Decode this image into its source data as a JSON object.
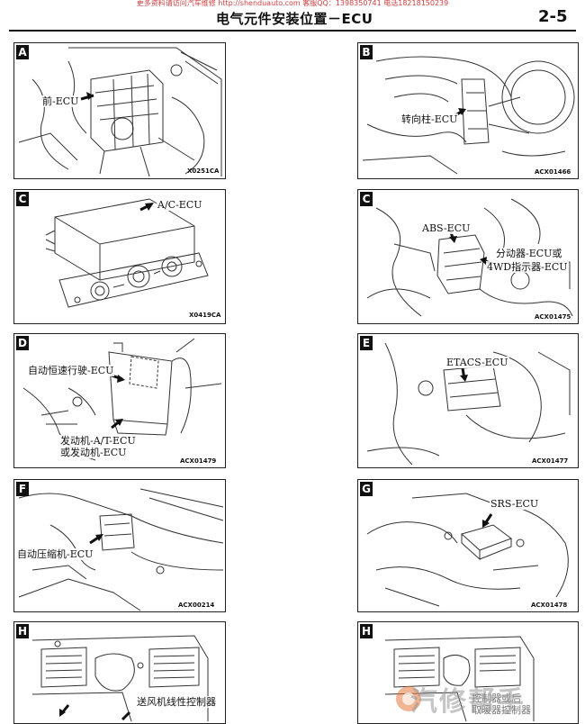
{
  "header": {
    "banner": "更多资料请访问汽车维修 http://shenduauto.com 客服QQ：1398350741 电话18218150239",
    "title": "电气元件安装位置－ECU",
    "page_number": "2-5"
  },
  "panels": [
    {
      "letter": "A",
      "labels": [
        "前-ECU"
      ],
      "code": "X0251CA"
    },
    {
      "letter": "B",
      "labels": [
        "转向柱-ECU"
      ],
      "code": "ACX01466"
    },
    {
      "letter": "C",
      "labels": [
        "A/C-ECU"
      ],
      "code": "X0419CA"
    },
    {
      "letter": "C",
      "labels": [
        "ABS-ECU",
        "分动器-ECU或",
        "4WD指示器-ECU"
      ],
      "code": "ACX01475"
    },
    {
      "letter": "D",
      "labels": [
        "自动恒速行驶-ECU",
        "发动机-A/T-ECU",
        "或发动机-ECU"
      ],
      "code": "ACX01479"
    },
    {
      "letter": "E",
      "labels": [
        "ETACS-ECU"
      ],
      "code": "ACX01477"
    },
    {
      "letter": "F",
      "labels": [
        "自动压缩机-ECU"
      ],
      "code": "ACX00214"
    },
    {
      "letter": "G",
      "labels": [
        "SRS-ECU"
      ],
      "code": "ACX01478"
    },
    {
      "letter": "H",
      "labels": [
        "送风机线性控制器"
      ],
      "code": ""
    },
    {
      "letter": "H",
      "labels": [
        "控制器或后",
        "取暖器控制器"
      ],
      "code": ""
    }
  ],
  "watermark": {
    "text": "汽修帮手"
  }
}
